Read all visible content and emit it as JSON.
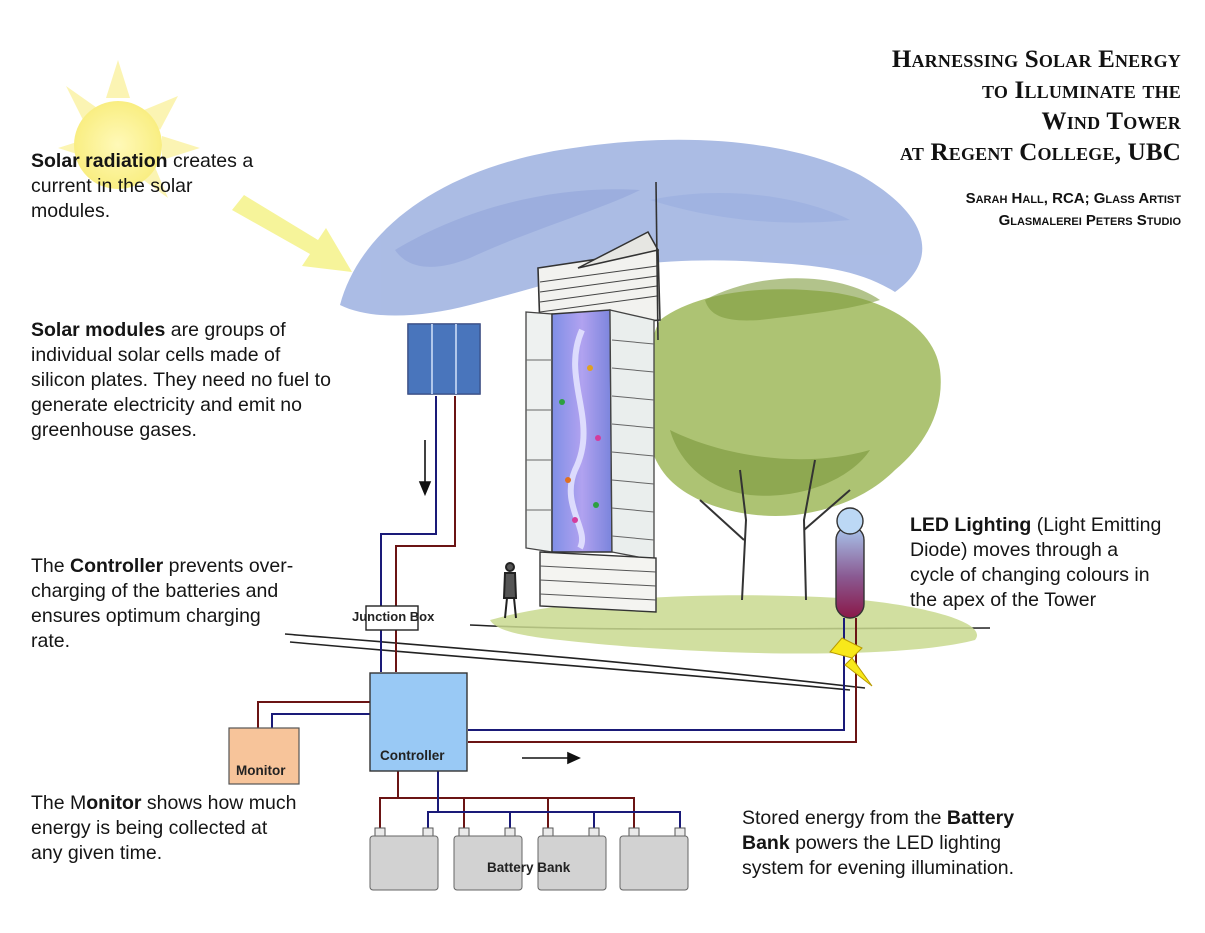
{
  "title": {
    "lines": [
      "Harnessing Solar Energy",
      "to Illuminate the",
      "Wind Tower",
      "at Regent College, UBC"
    ],
    "credits": [
      "Sarah Hall, RCA; Glass Artist",
      "Glasmalerei Peters Studio"
    ]
  },
  "captions": {
    "solar_radiation": {
      "bold": "Solar radiation",
      "l1": " creates a",
      "l2": "current in the solar",
      "l3": "modules."
    },
    "solar_modules": {
      "bold": "Solar modules",
      "l1": " are groups of",
      "l2": "individual solar cells made of",
      "l3": "silicon plates. They need no fuel to",
      "l4": "generate electricity and emit no",
      "l5": "greenhouse gases."
    },
    "controller": {
      "pre": "The ",
      "bold": "Controller",
      "l1": " prevents over-",
      "l2": "charging of the batteries and",
      "l3": "ensures optimum charging",
      "l4": "rate."
    },
    "monitor": {
      "pre": "The M",
      "bold": "onitor",
      "l1": " shows how much",
      "l2": "energy is being collected at",
      "l3": "any given time."
    },
    "led": {
      "bold": "LED Lighting",
      "l1": " (Light Emitting",
      "l2": "Diode) moves through a",
      "l3": "cycle of changing colours in",
      "l4": "the apex of the Tower"
    },
    "battery": {
      "pre": "Stored energy from the ",
      "bold": "Battery",
      "l1_bold": "Bank",
      "l1": " powers the LED lighting",
      "l2": "system for evening illumination."
    }
  },
  "labels": {
    "junction_box": "Junction Box",
    "controller": "Controller",
    "monitor": "Monitor",
    "battery_bank": "Battery Bank"
  },
  "colors": {
    "wire_red": "#6b1414",
    "wire_blue": "#1a1a78",
    "controller_fill": "#99c9f5",
    "monitor_fill": "#f7c49a",
    "battery_fill": "#d2d2d2",
    "sun": "#fbf08a",
    "sky": "#8fa6dc",
    "tree": "#9fb95a"
  }
}
